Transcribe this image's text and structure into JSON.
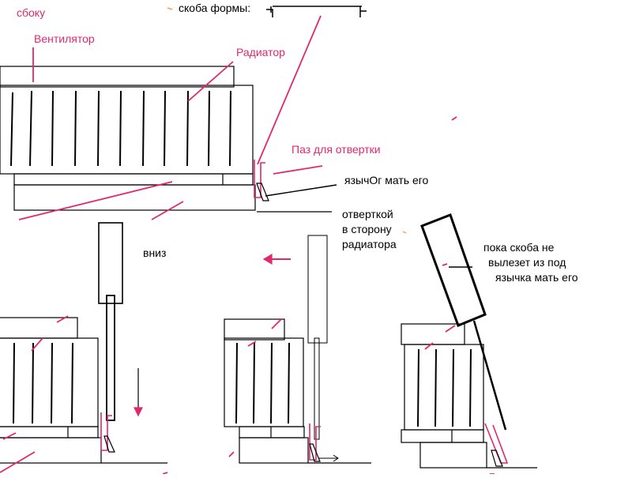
{
  "colors": {
    "ink": "#000000",
    "accent": "#e0286e",
    "background": "#ffffff"
  },
  "labels": {
    "side_view": "сбоку",
    "fan": "Вентилятор",
    "radiator": "Радиатор",
    "bracket_shape": "скоба формы:",
    "screwdriver_slot": "Паз для отвертки",
    "tongue": "язычОг мать его",
    "down": "вниз",
    "screwdriver_line1": "отверткой",
    "screwdriver_line2": "в сторону",
    "screwdriver_line3": "радиатора",
    "until_line1": "пока скоба не",
    "until_line2": "вылезет из под",
    "until_line3": "язычка мать его"
  }
}
